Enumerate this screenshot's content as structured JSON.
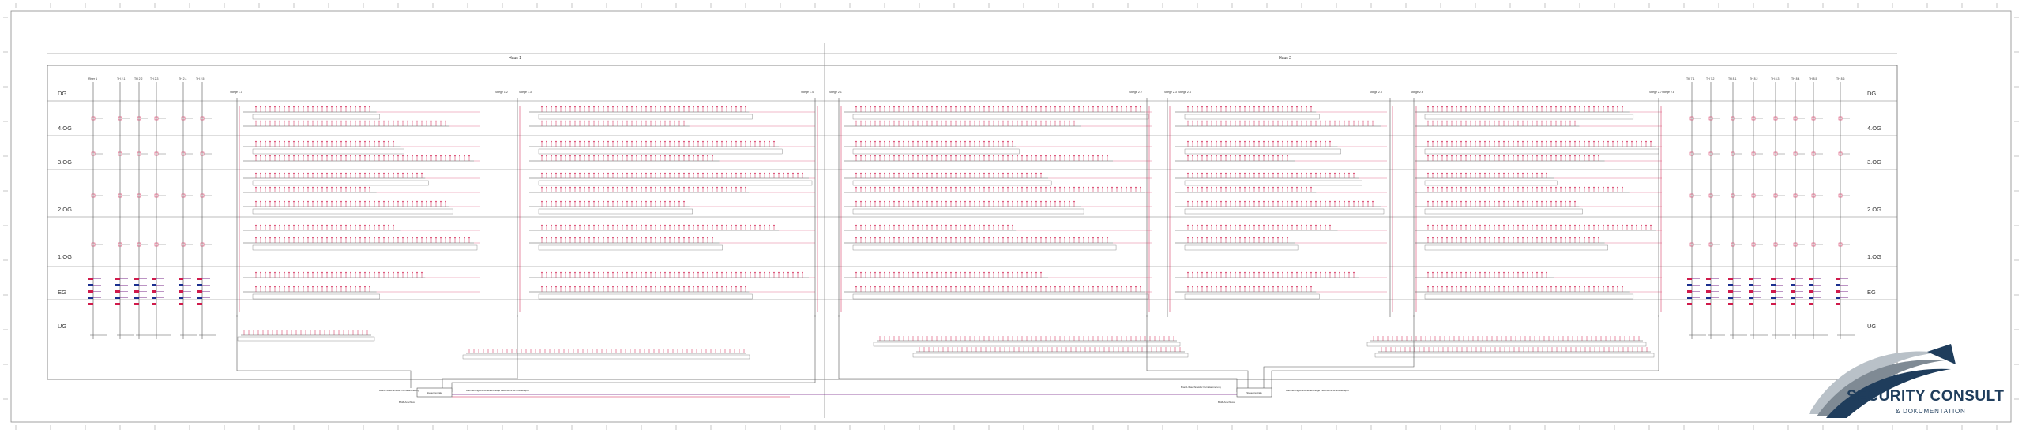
{
  "drawing": {
    "sections": {
      "left": "Haus 1",
      "right": "Haus 2"
    },
    "floors": [
      "DG",
      "4.OG",
      "3.OG",
      "2.OG",
      "1.OG",
      "EG",
      "UG"
    ],
    "left_risers": [
      "Riser 1",
      "TH 2.1",
      "TH 2.2",
      "TH 2.3",
      "TH 2.4",
      "TH 2.5"
    ],
    "right_risers": [
      "TH 7.1",
      "TH 7.2",
      "TH 8.1",
      "TH 8.2",
      "TH 8.3",
      "TH 8.4",
      "TH 8.5",
      "TH 8.6"
    ],
    "stair_labels": [
      "Stiege 1.1",
      "Stiege 1.2",
      "Stiege 1.3",
      "Stiege 1.4",
      "Stiege 2.1",
      "Stiege 2.2",
      "Stiege 2.3",
      "Stiege 2.4",
      "Stiege 2.5",
      "Stiege 2.6",
      "Stiege 2.7",
      "Stiege 2.8"
    ],
    "central_left": {
      "unit": "Steuerzentrale",
      "left_note": "Brand-/Rauchmelder Fernalarmierung",
      "right_note": "Alarmierung Brandmelderanlage Feuerwehr-Schlüsseldepot",
      "bottom_note": "BMZ-Anschluss"
    },
    "central_right": {
      "unit": "Steuerzentrale",
      "left_note": "Brand-/Rauchmelder Fernalarmierung",
      "right_note": "Alarmierung Brandmelderanlage Feuerwehr-Schlüsseldepot",
      "bottom_note": "BMZ-Anschluss"
    }
  },
  "logo": {
    "name": "SECURITY CONSULT",
    "sub": "& DOKUMENTATION",
    "color": "#1f3d5c"
  },
  "colors": {
    "line": "#555555",
    "device": "#d01a4b",
    "accent": "#7a2a8a",
    "blue": "#1b2f8f"
  }
}
